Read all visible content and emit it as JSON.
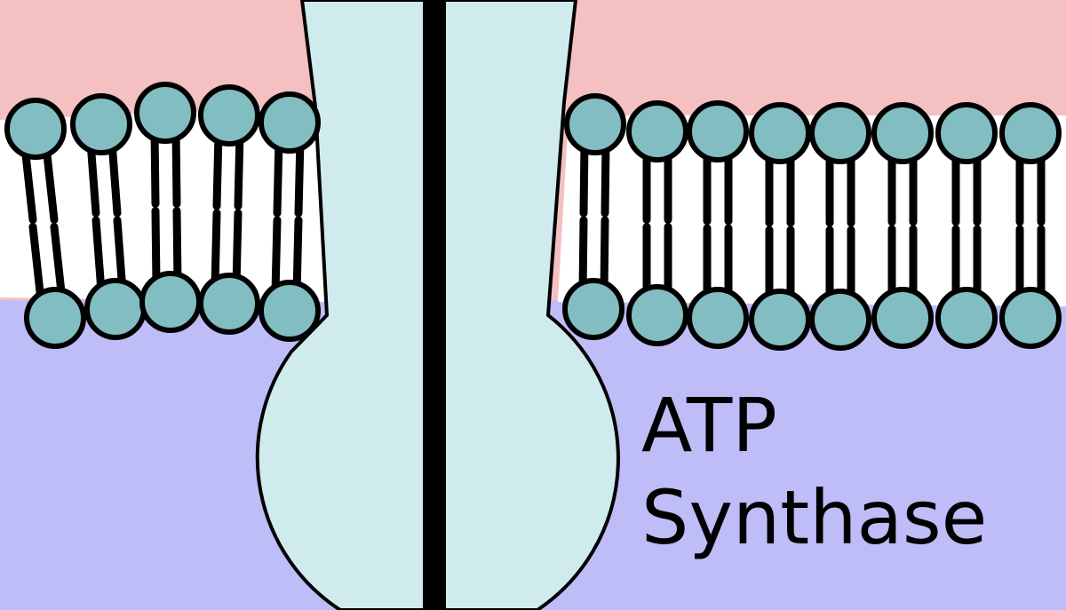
{
  "title_lines": [
    "ATP",
    "Synthase"
  ],
  "colors": {
    "background_top": "#f5c0c2",
    "background_bottom": "#bfbdf7",
    "membrane_core": "#ffffff",
    "lipid_head": "#82bdc1",
    "protein_fill": "#d0ebee",
    "outline": "#000000"
  },
  "components": [
    "lipid-bilayer-left",
    "lipid-bilayer-right",
    "atp-synthase-protein",
    "central-axle"
  ]
}
